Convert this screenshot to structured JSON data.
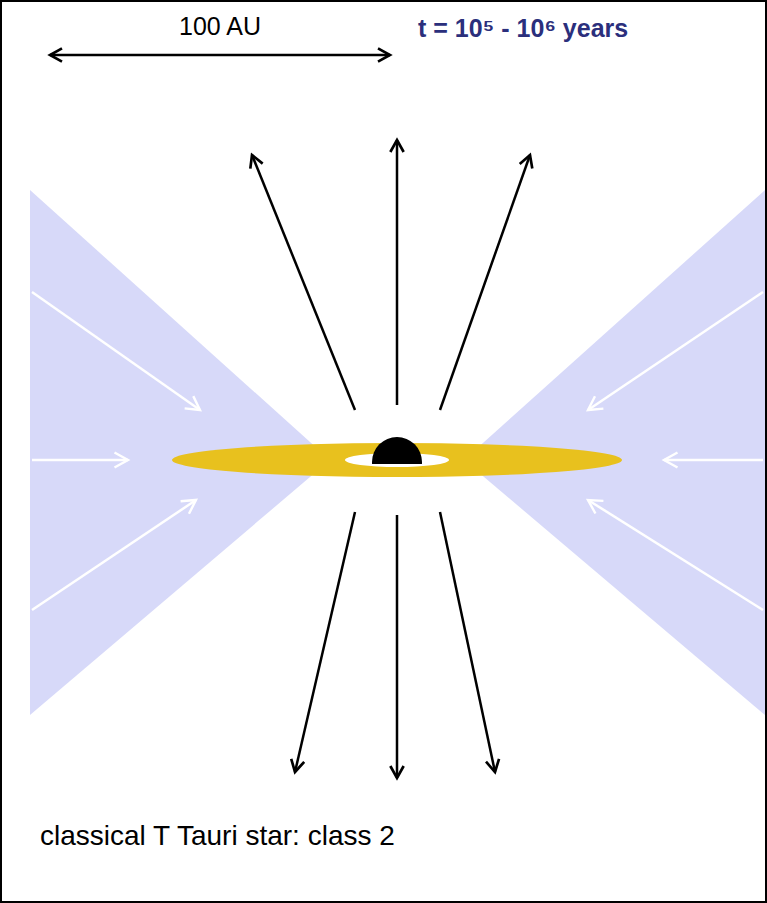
{
  "diagram": {
    "labels": [
      "100 AU",
      "t = 10⁵ - 10⁶ years",
      "classical T Tauri star: class 2"
    ]
  }
}
